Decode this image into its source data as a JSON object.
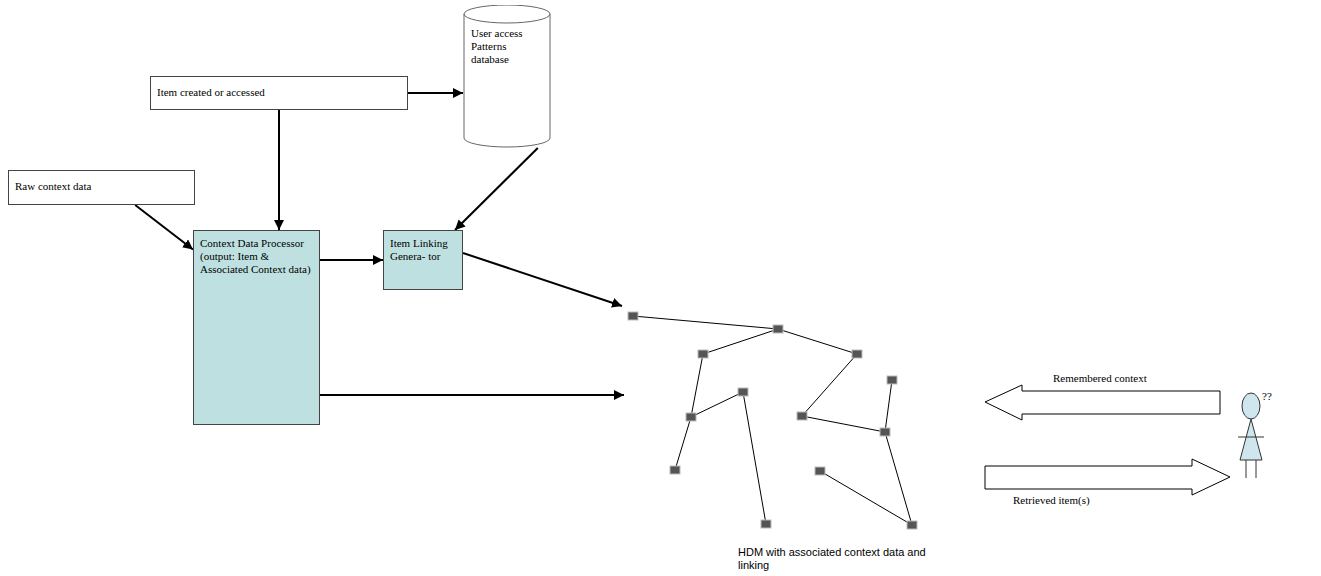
{
  "diagram": {
    "nodes": [
      {
        "text": [
          "Item created or accessed"
        ]
      },
      {
        "text": [
          "Raw context data"
        ]
      },
      {
        "text": [
          "User access Patterns database"
        ]
      },
      {
        "text": [
          "Context Data Processor (output: Item & Associated Context data)"
        ]
      },
      {
        "text": [
          "Item Linking Genera- tor"
        ]
      }
    ],
    "edges": [
      {
        "from": 0,
        "to": 2,
        "arrow": "to"
      },
      {
        "from": 0,
        "to": 3,
        "arrow": "to"
      },
      {
        "from": 1,
        "to": 3,
        "arrow": "to"
      },
      {
        "from": 2,
        "to": 4,
        "arrow": "to"
      },
      {
        "from": 3,
        "to": 4,
        "arrow": "to"
      }
    ],
    "labels": [
      "Remembered context",
      "Retrieved item(s)",
      "??",
      "HDM with associated context data and linking"
    ]
  }
}
